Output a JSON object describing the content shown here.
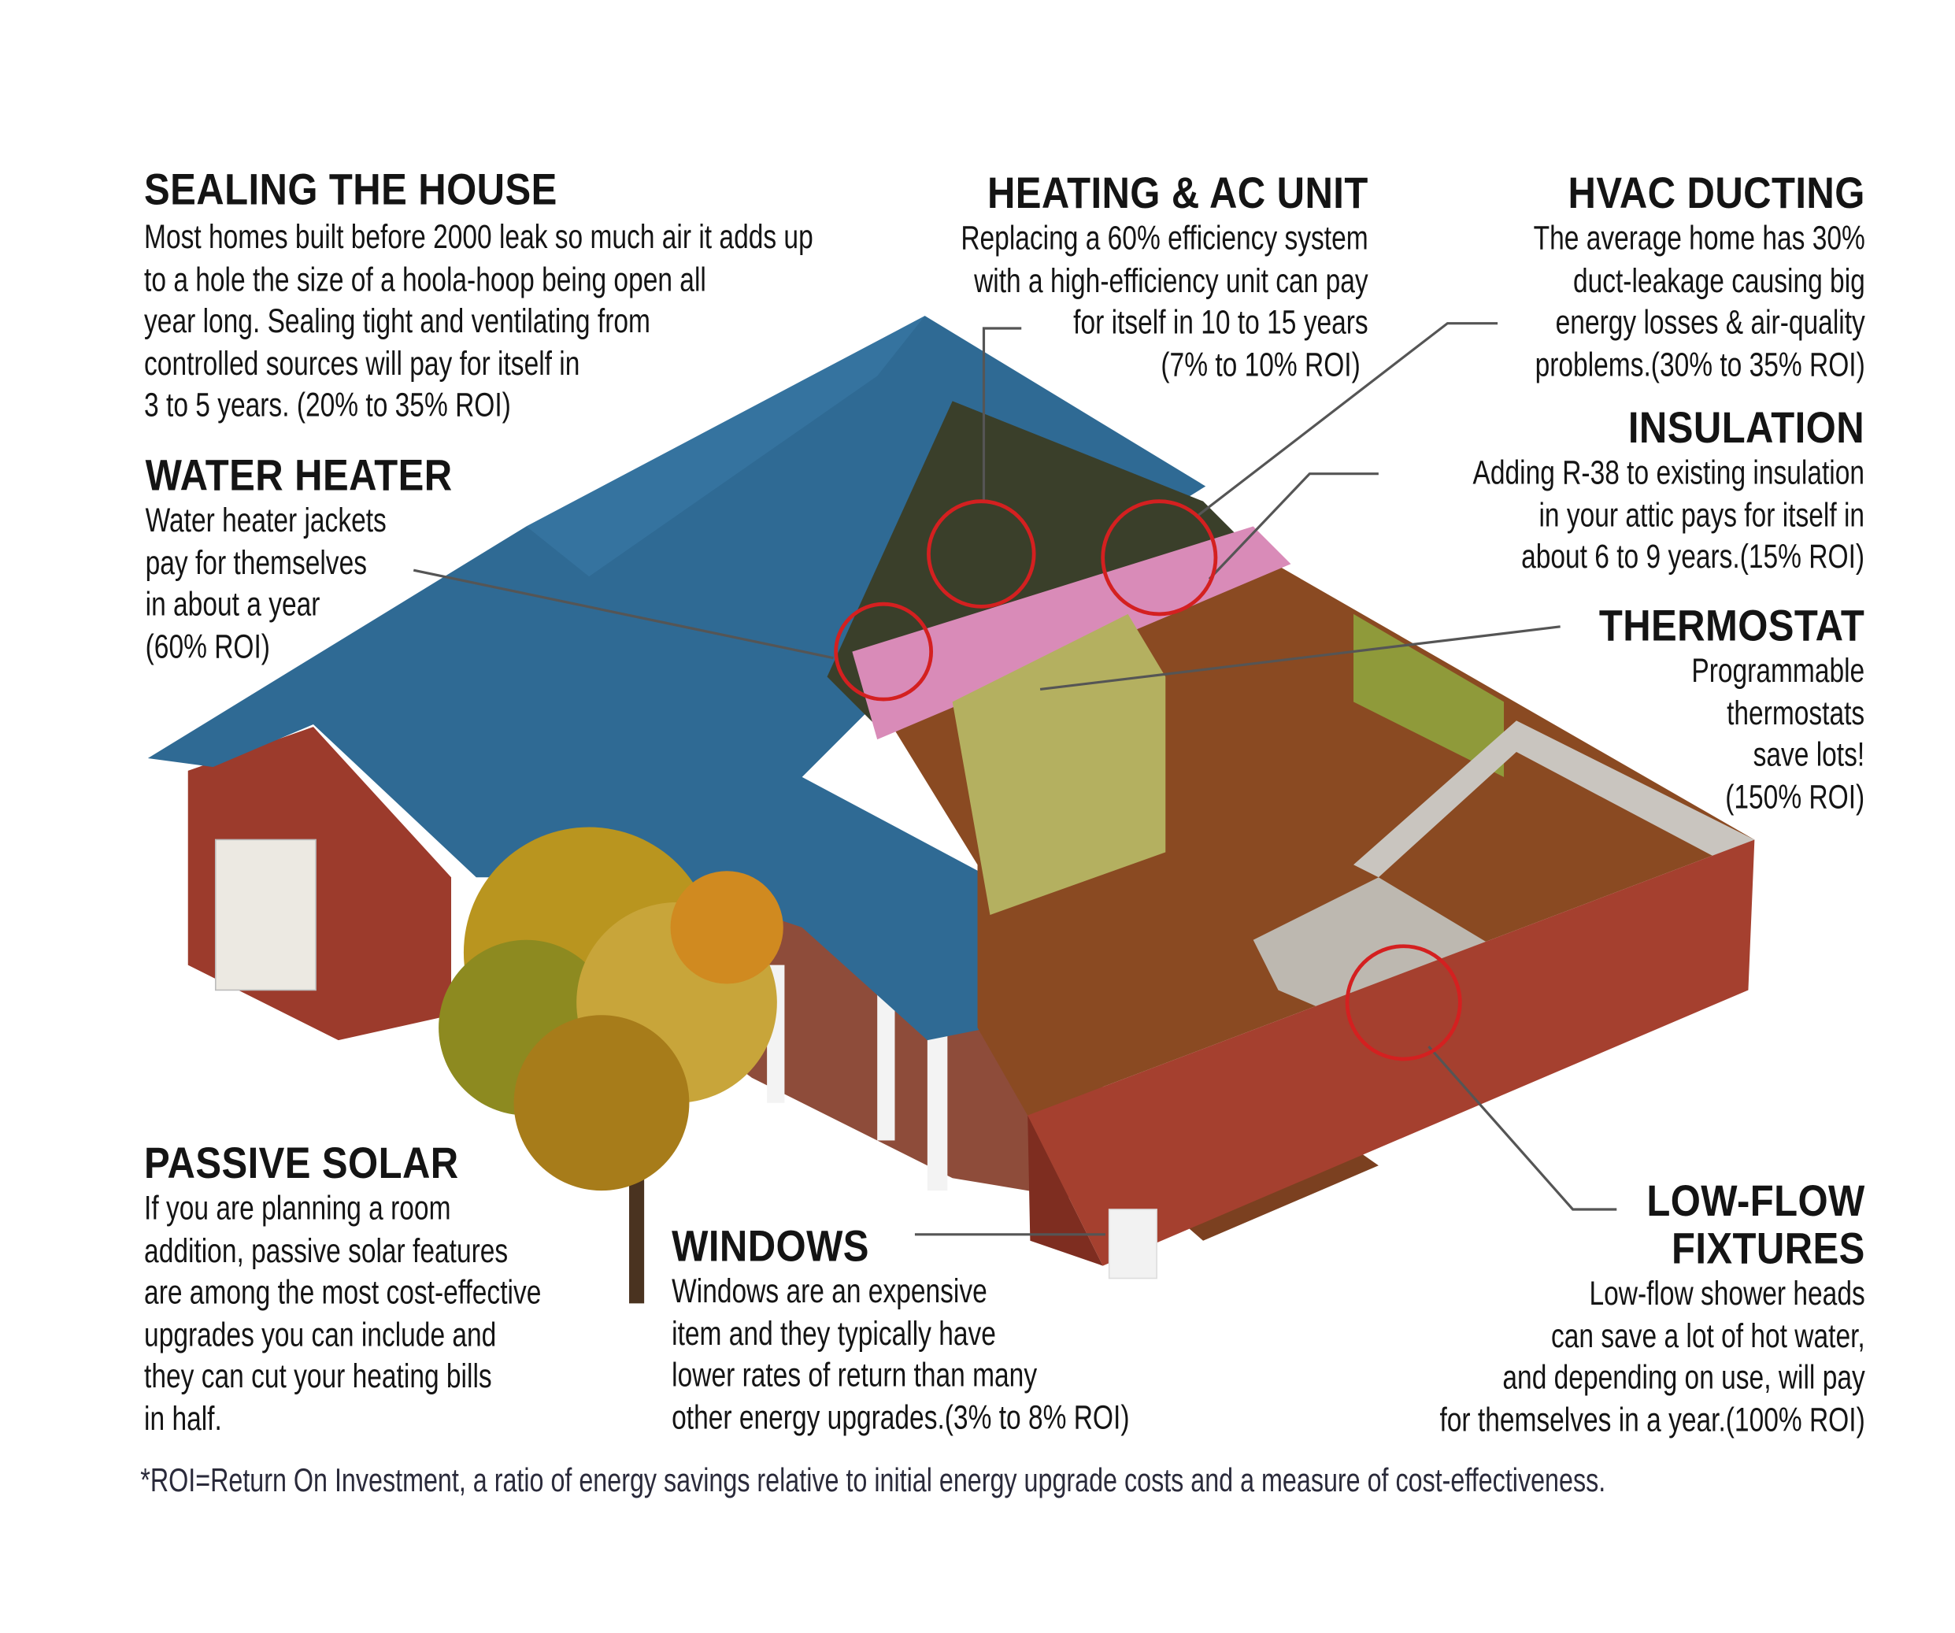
{
  "sections": {
    "sealing": {
      "title": "SEALING THE HOUSE",
      "lines": [
        "Most homes built before 2000 leak so much air it adds up",
        "to a hole the size of a hoola-hoop being open all",
        "year long. Sealing tight and ventilating from",
        "controlled sources will pay for itself in",
        "3 to 5 years. (20% to 35% ROI)"
      ]
    },
    "water_heater": {
      "title": "WATER HEATER",
      "lines": [
        "Water heater jackets",
        "pay for themselves",
        "in about a year",
        "(60% ROI)"
      ]
    },
    "heating": {
      "title": "HEATING & AC UNIT",
      "lines": [
        "Replacing a 60% efficiency system",
        "with a high-efficiency unit can pay",
        "for itself in 10 to 15 years",
        "(7% to 10% ROI)"
      ]
    },
    "hvac": {
      "title": "HVAC DUCTING",
      "lines": [
        "The average home has 30%",
        "duct-leakage causing big",
        "energy losses & air-quality",
        "problems.(30% to 35% ROI)"
      ]
    },
    "insulation": {
      "title": "INSULATION",
      "lines": [
        "Adding R-38 to existing insulation",
        "in your attic pays for itself in",
        "about 6 to 9 years.(15% ROI)"
      ]
    },
    "thermostat": {
      "title": "THERMOSTAT",
      "lines": [
        "Programmable",
        "thermostats",
        "save lots!",
        "(150% ROI)"
      ]
    },
    "passive_solar": {
      "title": "PASSIVE SOLAR",
      "lines": [
        "If you are planning a room",
        "addition, passive solar features",
        "are among the most cost-effective",
        "upgrades you can include and",
        "they can cut your heating bills",
        "in half."
      ]
    },
    "windows": {
      "title": "WINDOWS",
      "lines": [
        "Windows are an expensive",
        "item and they typically have",
        "lower rates of return than many",
        "other energy upgrades.(3% to 8% ROI)"
      ]
    },
    "low_flow": {
      "title_lines": [
        "LOW-FLOW",
        "FIXTURES"
      ],
      "lines": [
        "Low-flow shower heads",
        "can save a lot of hot water,",
        "and depending on use, will pay",
        "for themselves in a year.(100% ROI)"
      ]
    }
  },
  "footnote": "*ROI=Return On Investment, a ratio of energy savings relative to initial energy upgrade costs and a measure of cost-effectiveness.",
  "colors": {
    "roof": "#2f6a94",
    "brick": "#9c3b2c",
    "floor": "#8a4a22",
    "callout_ring": "#d42020",
    "insulation": "#d98bb8"
  }
}
